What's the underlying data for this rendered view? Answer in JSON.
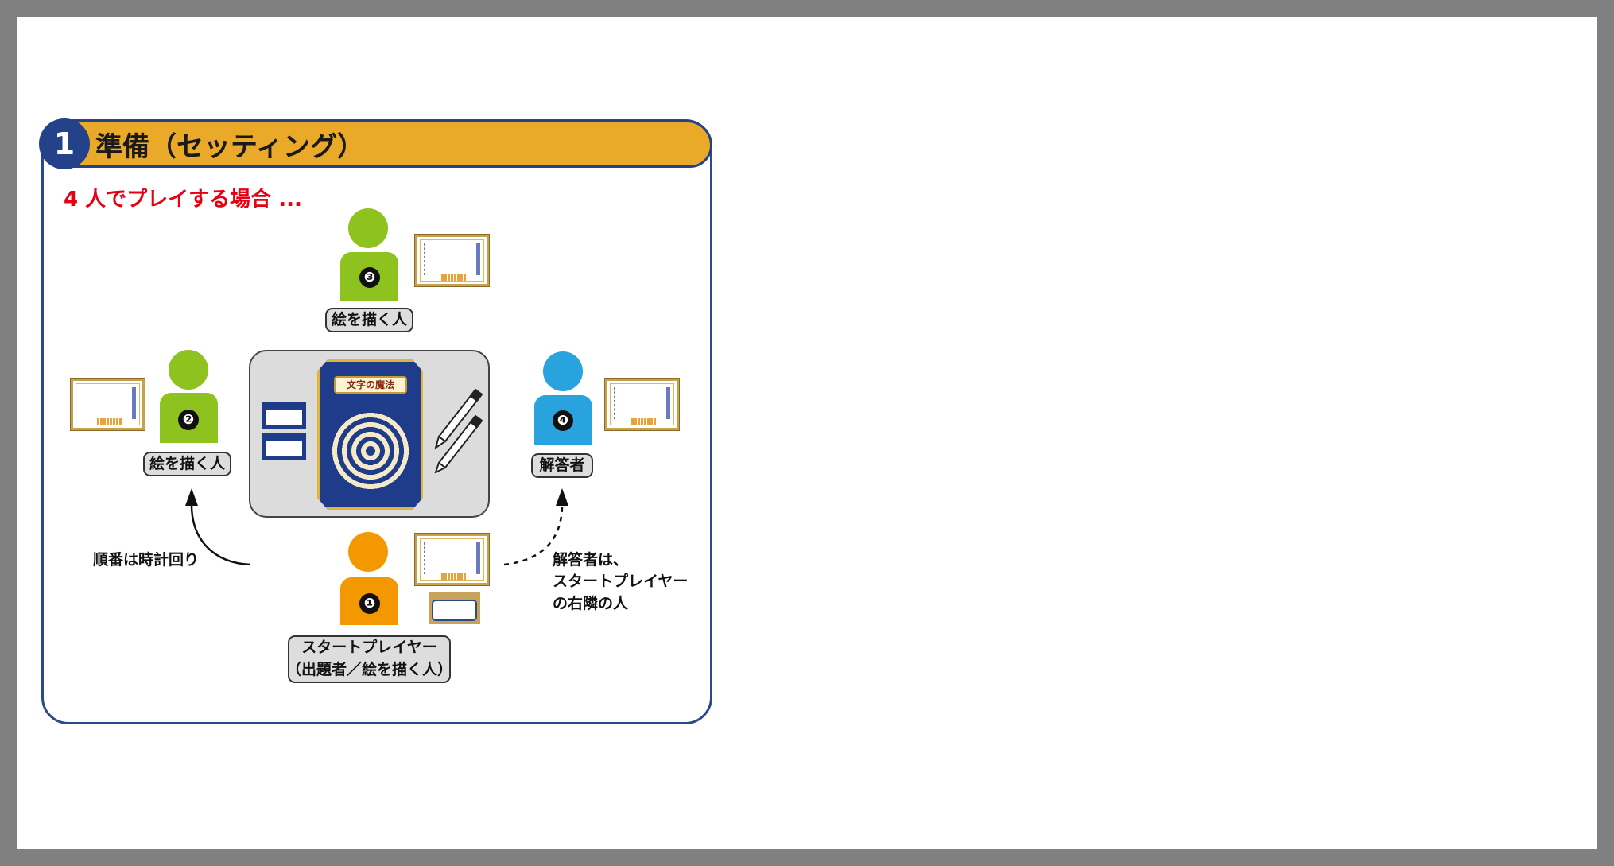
{
  "section": {
    "number": "1",
    "title": "準備（セッティング）",
    "subtitle": "4 人でプレイする場合 ..."
  },
  "players": [
    {
      "badge": "❶",
      "label_lines": [
        "スタートプレイヤー",
        "（出題者／絵を描く人）"
      ],
      "color": "#f39800"
    },
    {
      "badge": "❷",
      "label_lines": [
        "絵を描く人"
      ],
      "color": "#8dc21f"
    },
    {
      "badge": "❸",
      "label_lines": [
        "絵を描く人"
      ],
      "color": "#8dc21f"
    },
    {
      "badge": "❹",
      "label_lines": [
        "解答者"
      ],
      "color": "#29a3dd"
    }
  ],
  "poster": {
    "title": "文字の魔法"
  },
  "notes": {
    "order": "順番は時計回り",
    "answerer_lines": [
      "解答者は、",
      "スタートプレイヤー",
      "の右隣の人"
    ]
  },
  "colors": {
    "header": "#eba92a",
    "accent": "#23428a",
    "subtitle": "#e60012"
  }
}
